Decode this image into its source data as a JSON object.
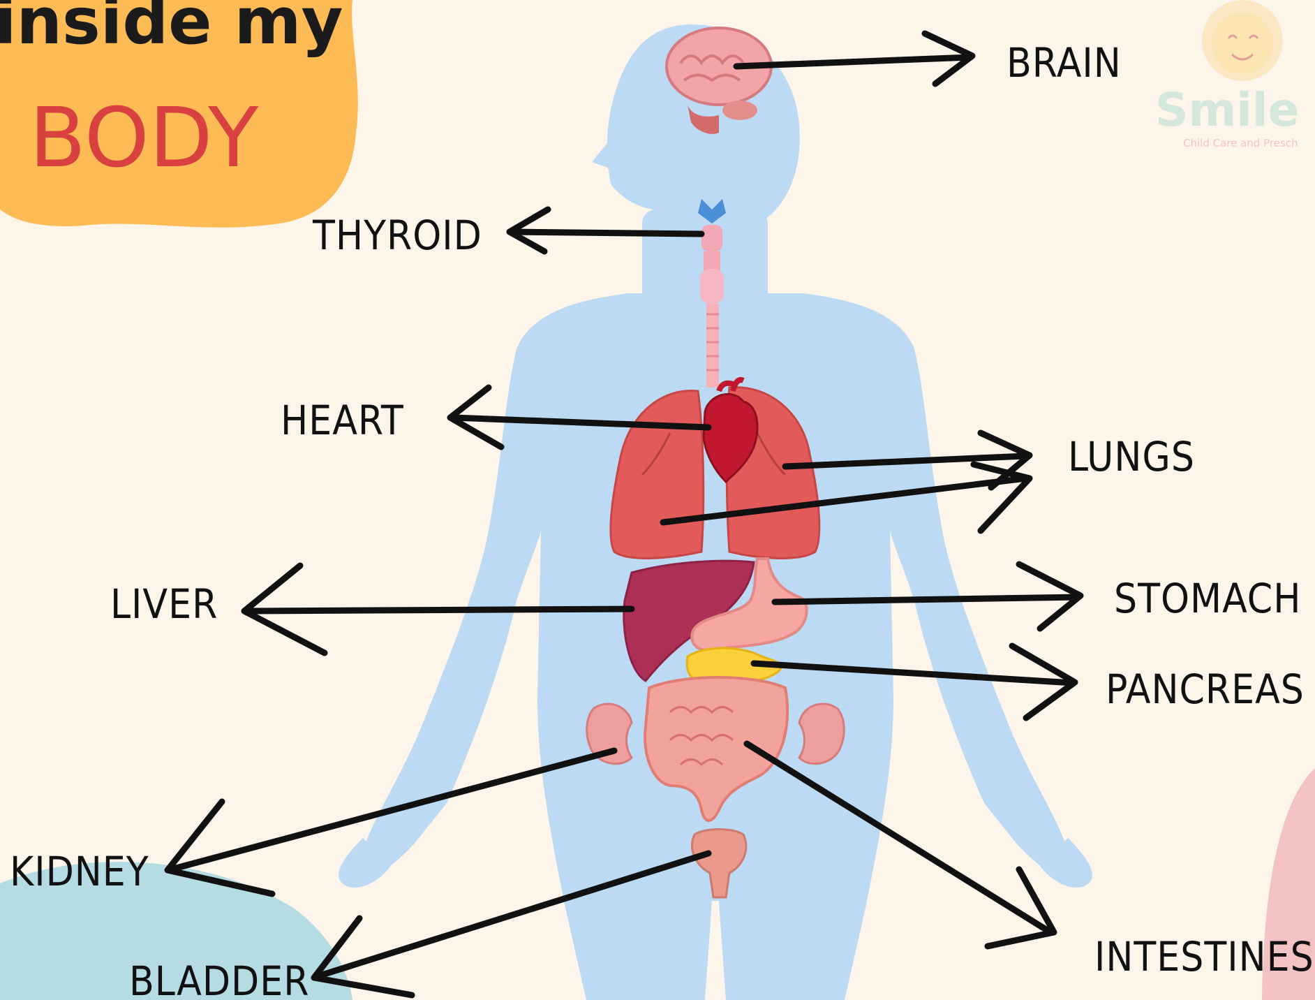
{
  "title": {
    "line1": "inside my",
    "line2": "BODY"
  },
  "logo": {
    "word": "Smile",
    "tagline": "Child Care and Presch"
  },
  "labels": {
    "brain": "BRAIN",
    "thyroid": "THYROID",
    "heart": "HEART",
    "lungs": "LUNGS",
    "liver": "LIVER",
    "stomach": "STOMACH",
    "pancreas": "PANCREAS",
    "kidney": "KIDNEY",
    "bladder": "BLADDER",
    "intestines": "INTESTINES"
  },
  "colors": {
    "background": "#fdf4ea",
    "body_silhouette": "#bcdaf3",
    "title_badge": "#fdbb55",
    "title_accent": "#d94040",
    "corner_blue": "#b5dbe3",
    "corner_pink": "#f3c3c3"
  }
}
